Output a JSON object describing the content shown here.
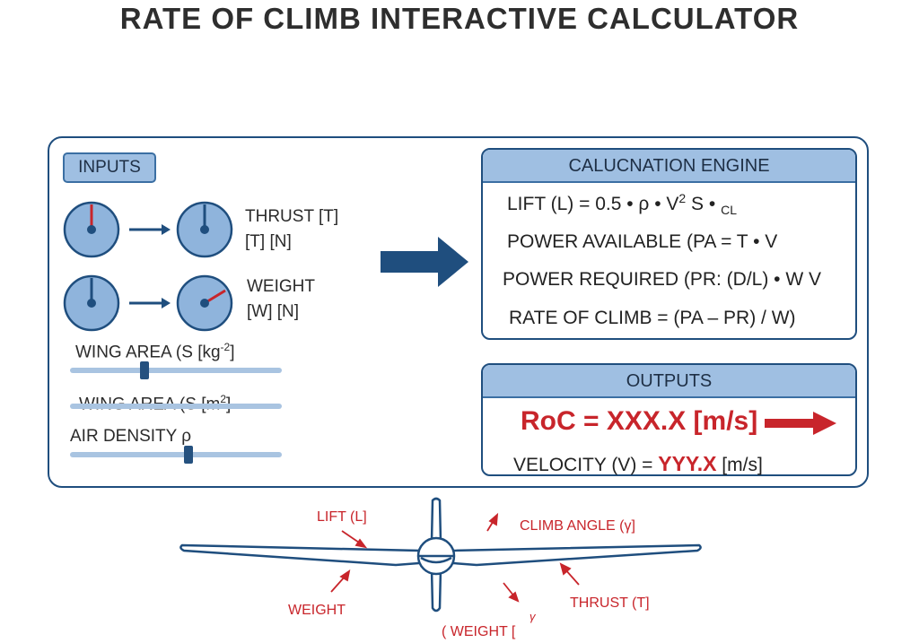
{
  "title": "RATE OF CLIMB INTERACTIVE CALCULATOR",
  "inputs": {
    "header": "INPUTS",
    "thrust": {
      "label_line1": "THRUST [T]",
      "label_line2": "[T] [N]"
    },
    "weight": {
      "label_line1": "WEIGHT",
      "label_line2": "[W] [N]"
    },
    "sliders": [
      {
        "label": "WING AREA (S [kg",
        "sup": "-2",
        "suffix": "]",
        "value_fraction": 0.35
      },
      {
        "label": "WING AREA (S [m",
        "sup": "2",
        "suffix": "]",
        "value_fraction": null
      },
      {
        "label": "AIR DENSITY ρ",
        "sup": "",
        "suffix": "",
        "value_fraction": 0.56
      }
    ]
  },
  "engine": {
    "header": "CALUCNATION ENGINE",
    "lift": {
      "a": "LIFT (L) = 0.5 • ρ • V",
      "sup": "2",
      "b": " S • ",
      "sub": "CL"
    },
    "power_available": "POWER AVAILABLE (PA = T • V",
    "power_required": "POWER REQUIRED (PR: (D/L) • W V",
    "rate_of_climb": "RATE OF CLIMB = (PA – PR) / W)"
  },
  "outputs": {
    "header": "OUTPUTS",
    "roc": "RoC = XXX.X [m/s]",
    "velocity_prefix": "VELOCITY (V) = ",
    "velocity_value": "YYY.X",
    "velocity_unit": " [m/s]"
  },
  "diagram": {
    "lift": "LIFT (L]",
    "climb_angle": "CLIMB ANGLE (γ]",
    "weight_left": "WEIGHT",
    "thrust": "THRUST (T]",
    "weight_bottom": "( WEIGHT [",
    "gamma": "γ"
  },
  "colors": {
    "dark_blue": "#1f4e7e",
    "light_blue": "#9fbfe2",
    "red": "#c8252b"
  }
}
